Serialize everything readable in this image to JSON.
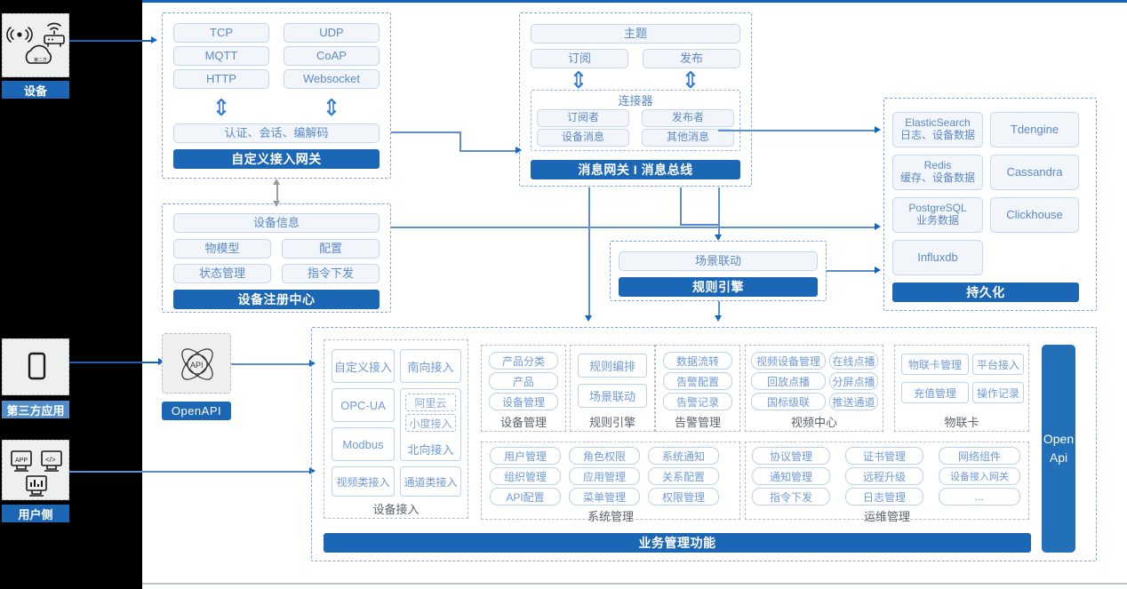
{
  "rail": {
    "device": {
      "label": "设备",
      "icons": [
        "signal-icon",
        "router-icon",
        "cloud-icon"
      ]
    },
    "third_party": {
      "label": "第三方应用",
      "icons": [
        "mobile-phone-icon"
      ]
    },
    "user_side": {
      "label": "用户侧",
      "icons": [
        "app-window-icon",
        "code-window-icon",
        "dashboard-window-icon"
      ]
    }
  },
  "gateway": {
    "protocols": [
      "TCP",
      "UDP",
      "MQTT",
      "CoAP",
      "HTTP",
      "Websocket"
    ],
    "middle": "认证、会话、编解码",
    "title": "自定义接入网关"
  },
  "message": {
    "topic": "主题",
    "subscribe": "订阅",
    "publish": "发布",
    "connector_title": "连接器",
    "connector_items": [
      "订阅者",
      "发布者",
      "设备消息",
      "其他消息"
    ],
    "title": "消息网关 I 消息总线"
  },
  "registry": {
    "info": "设备信息",
    "items": [
      "物模型",
      "配置",
      "状态管理",
      "指令下发"
    ],
    "title": "设备注册中心"
  },
  "rules": {
    "scene": "场景联动",
    "title": "规则引擎"
  },
  "persistence": {
    "stores": [
      {
        "name": "ElasticSearch",
        "desc": "日志、设备数据"
      },
      {
        "name": "Tdengine",
        "desc": ""
      },
      {
        "name": "Redis",
        "desc": "缓存、设备数据"
      },
      {
        "name": "Cassandra",
        "desc": ""
      },
      {
        "name": "PostgreSQL",
        "desc": "业务数据"
      },
      {
        "name": "Clickhouse",
        "desc": ""
      },
      {
        "name": "Influxdb",
        "desc": ""
      }
    ],
    "title": "持久化"
  },
  "openapi": {
    "label": "OpenAPI",
    "icon": "api-atom-icon"
  },
  "openapi_bar": {
    "line1": "Open",
    "line2": "Api"
  },
  "business": {
    "title": "业务管理功能",
    "device_access": {
      "label": "设备接入",
      "left": [
        "自定义接入",
        "OPC-UA",
        "Modbus",
        "视频类接入"
      ],
      "right_top": "南向接入",
      "northbound": {
        "label": "北向接入",
        "nested": [
          "阿里云",
          "小度接入"
        ]
      },
      "right_bottom": "通道类接入"
    },
    "columns": [
      {
        "label": "设备管理",
        "items": [
          "产品分类",
          "产品",
          "设备管理"
        ]
      },
      {
        "label": "规则引擎",
        "items": [
          "规则编排",
          "场景联动"
        ]
      },
      {
        "label": "告警管理",
        "items": [
          "数据流转",
          "告警配置",
          "告警记录"
        ]
      },
      {
        "label": "视频中心",
        "items": [
          "视频设备管理",
          "在线点播",
          "回放点播",
          "分屏点播",
          "国标级联",
          "推送通道"
        ]
      },
      {
        "label": "物联卡",
        "items": [
          "物联卡管理",
          "平台接入",
          "充值管理",
          "操作记录"
        ]
      },
      {
        "label": "系统管理",
        "items": [
          "用户管理",
          "角色权限",
          "系统通知",
          "组织管理",
          "应用管理",
          "关系配置",
          "API配置",
          "菜单管理",
          "权限管理"
        ]
      },
      {
        "label": "运维管理",
        "items": [
          "协议管理",
          "证书管理",
          "网络组件",
          "通知管理",
          "远程升级",
          "设备接入网关",
          "指令下发",
          "日志管理",
          "..."
        ]
      }
    ]
  },
  "colors": {
    "accent": "#1c67b5",
    "cell_bg": "#f2f5f9",
    "cell_border": "#c4d6ee",
    "cell_text": "#5b8ac9",
    "group_border": "#7ba7dd"
  }
}
